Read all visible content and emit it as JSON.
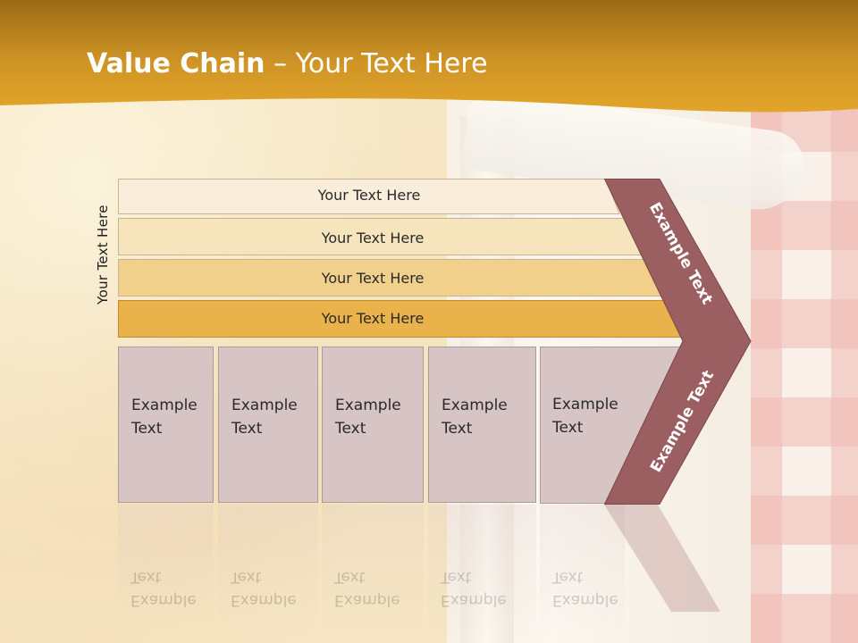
{
  "title": {
    "bold": "Value Chain",
    "rest": " – Your Text Here"
  },
  "vertical_label": "Your Text Here",
  "bars": [
    {
      "label": "Your Text Here"
    },
    {
      "label": "Your Text Here"
    },
    {
      "label": "Your Text Here"
    },
    {
      "label": "Your Text Here"
    }
  ],
  "boxes": [
    {
      "line1": "Example",
      "line2": "Text"
    },
    {
      "line1": "Example",
      "line2": "Text"
    },
    {
      "line1": "Example",
      "line2": "Text"
    },
    {
      "line1": "Example",
      "line2": "Text"
    },
    {
      "line1": "Example",
      "line2": "Text"
    }
  ],
  "chevron": {
    "upper": "Example Text",
    "lower": "Example Text"
  },
  "colors": {
    "header_dark": "#9a6a14",
    "header_light": "#e2a52a",
    "bar1": "#f8eedb",
    "bar2": "#f6e4bd",
    "bar3": "#f1d08b",
    "bar4": "#eab24a",
    "box": "#d7c4c4",
    "chevron": "#9b5e61"
  }
}
